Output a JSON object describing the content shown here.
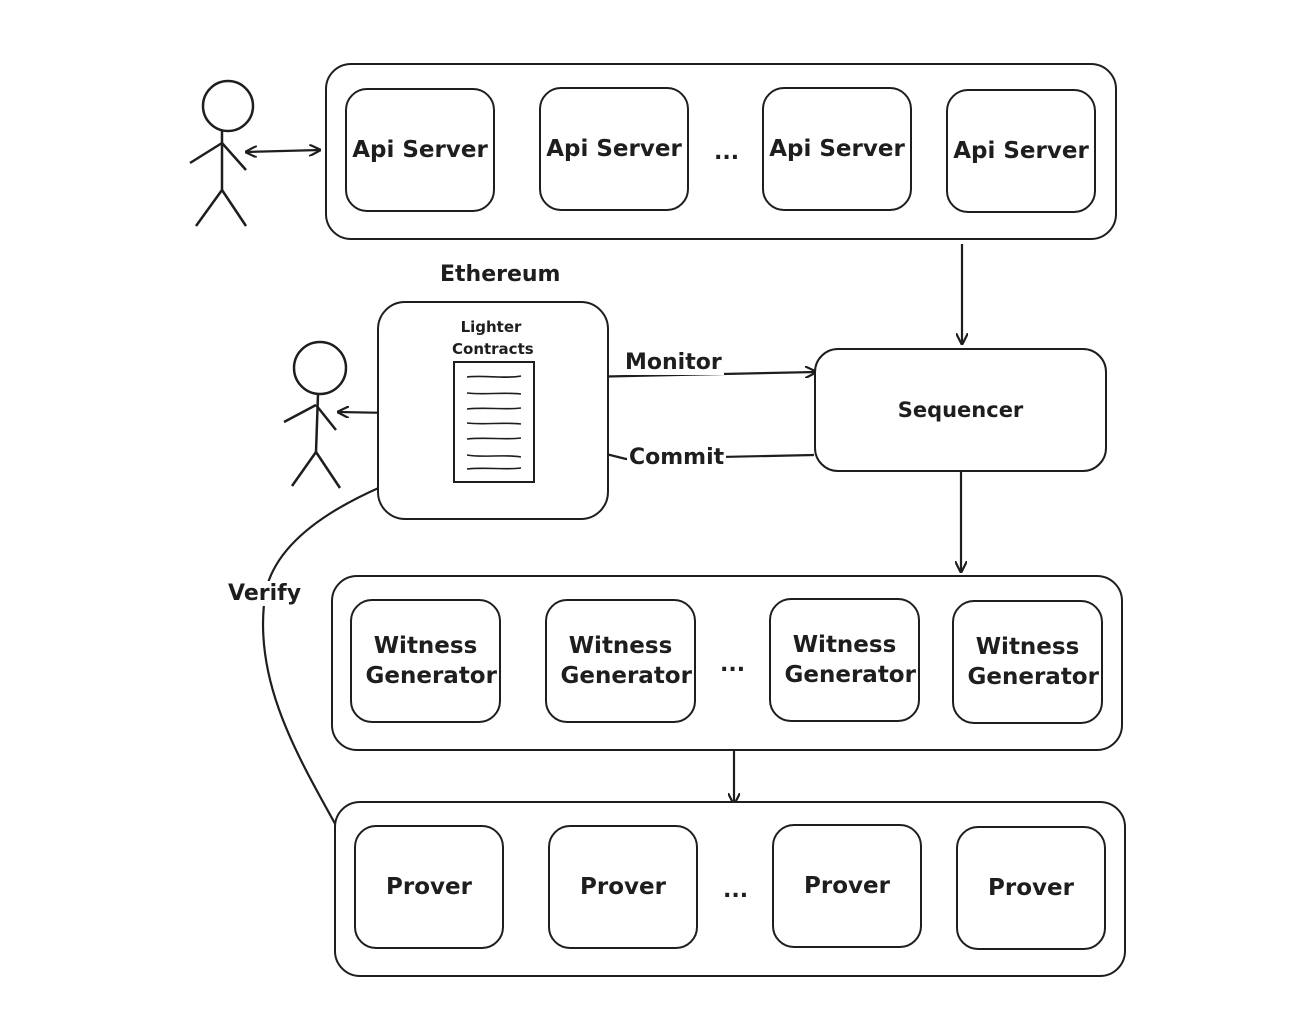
{
  "api_row": {
    "items": [
      "Api Server",
      "Api Server",
      "Api Server",
      "Api Server"
    ],
    "ellipsis": "..."
  },
  "ethereum": {
    "title": "Ethereum",
    "contracts_label": "Lighter Contracts"
  },
  "edges": {
    "monitor": "Monitor",
    "commit": "Commit",
    "verify": "Verify"
  },
  "sequencer": {
    "label": "Sequencer"
  },
  "witness_row": {
    "items": [
      "Witness Generator",
      "Witness Generator",
      "Witness Generator",
      "Witness Generator"
    ],
    "ellipsis": "..."
  },
  "prover_row": {
    "items": [
      "Prover",
      "Prover",
      "Prover",
      "Prover"
    ],
    "ellipsis": "..."
  }
}
